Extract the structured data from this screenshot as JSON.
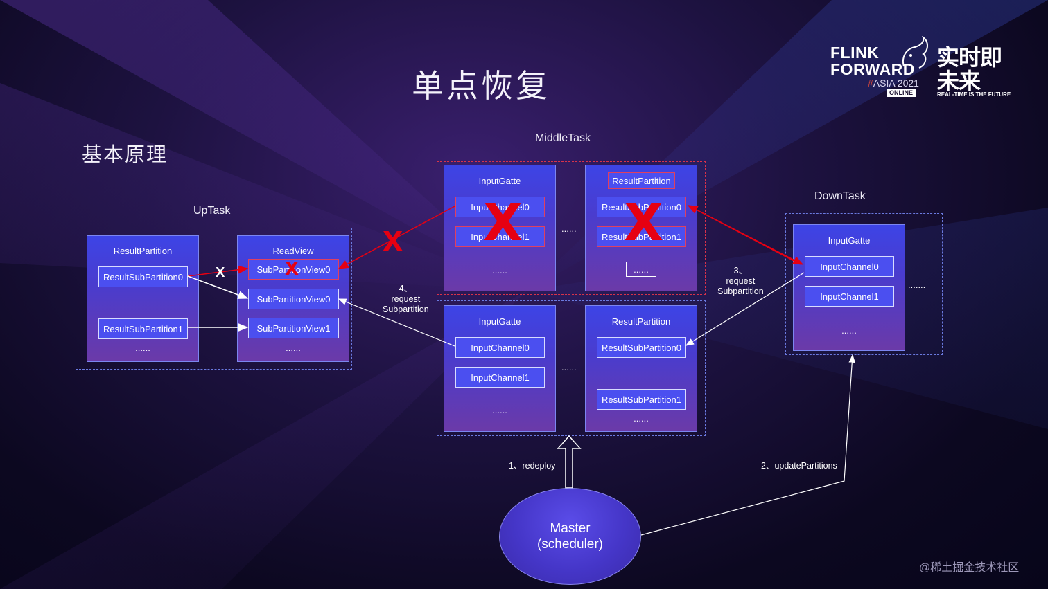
{
  "title": "单点恢复",
  "subtitle": "基本原理",
  "logo": {
    "line1": "FLINK",
    "line2": "FORWARD",
    "hash": "#",
    "edition": "ASIA 2021",
    "badge": "ONLINE",
    "cn": "实时即未来",
    "tagline": "REAL-TIME IS THE FUTURE"
  },
  "watermark": "@稀土掘金技术社区",
  "uptask": {
    "label": "UpTask",
    "result_partition": {
      "title": "ResultPartition",
      "items": [
        "ResultSubPartition0",
        "ResultSubPartition1"
      ],
      "ellipsis": "......"
    },
    "read_view": {
      "title": "ReadView",
      "items": [
        "SubPartitionView0",
        "SubPartitionView0",
        "SubPartitionView1"
      ],
      "ellipsis": "......"
    }
  },
  "middletask": {
    "label": "MiddleTask",
    "failed": {
      "input_gate": {
        "title": "InputGatte",
        "items": [
          "InputChannel0",
          "InputChannel1"
        ],
        "ellipsis": "......"
      },
      "result_partition": {
        "title": "ResultPartition",
        "items": [
          "ResultSubPartition0",
          "ResultSubPartition1"
        ],
        "ellipsis": "......"
      }
    },
    "restarted": {
      "input_gate": {
        "title": "InputGatte",
        "items": [
          "InputChannel0",
          "InputChannel1"
        ],
        "ellipsis": "......"
      },
      "result_partition": {
        "title": "ResultPartition",
        "items": [
          "ResultSubPartition0",
          "ResultSubPartition1"
        ],
        "ellipsis": "......"
      }
    },
    "between_ellipsis": "......"
  },
  "downtask": {
    "label": "DownTask",
    "input_gate": {
      "title": "InputGatte",
      "items": [
        "InputChannel0",
        "InputChannel1"
      ],
      "ellipsis": "......"
    },
    "side_ellipsis": "......."
  },
  "master": {
    "line1": "Master",
    "line2": "(scheduler)"
  },
  "marks": {
    "fail": "X",
    "cut": "X"
  },
  "steps": {
    "redeploy": "1、redeploy",
    "update": "2、updatePartitions",
    "request3": [
      "3、",
      "request",
      "Subpartition"
    ],
    "request4": [
      "4、",
      "request",
      "Subpartition"
    ]
  },
  "colors": {
    "fail_mark": "#e60012",
    "box_top": "#3d44e6",
    "box_bottom": "#6b3aa8",
    "item": "#4b4ff0"
  }
}
